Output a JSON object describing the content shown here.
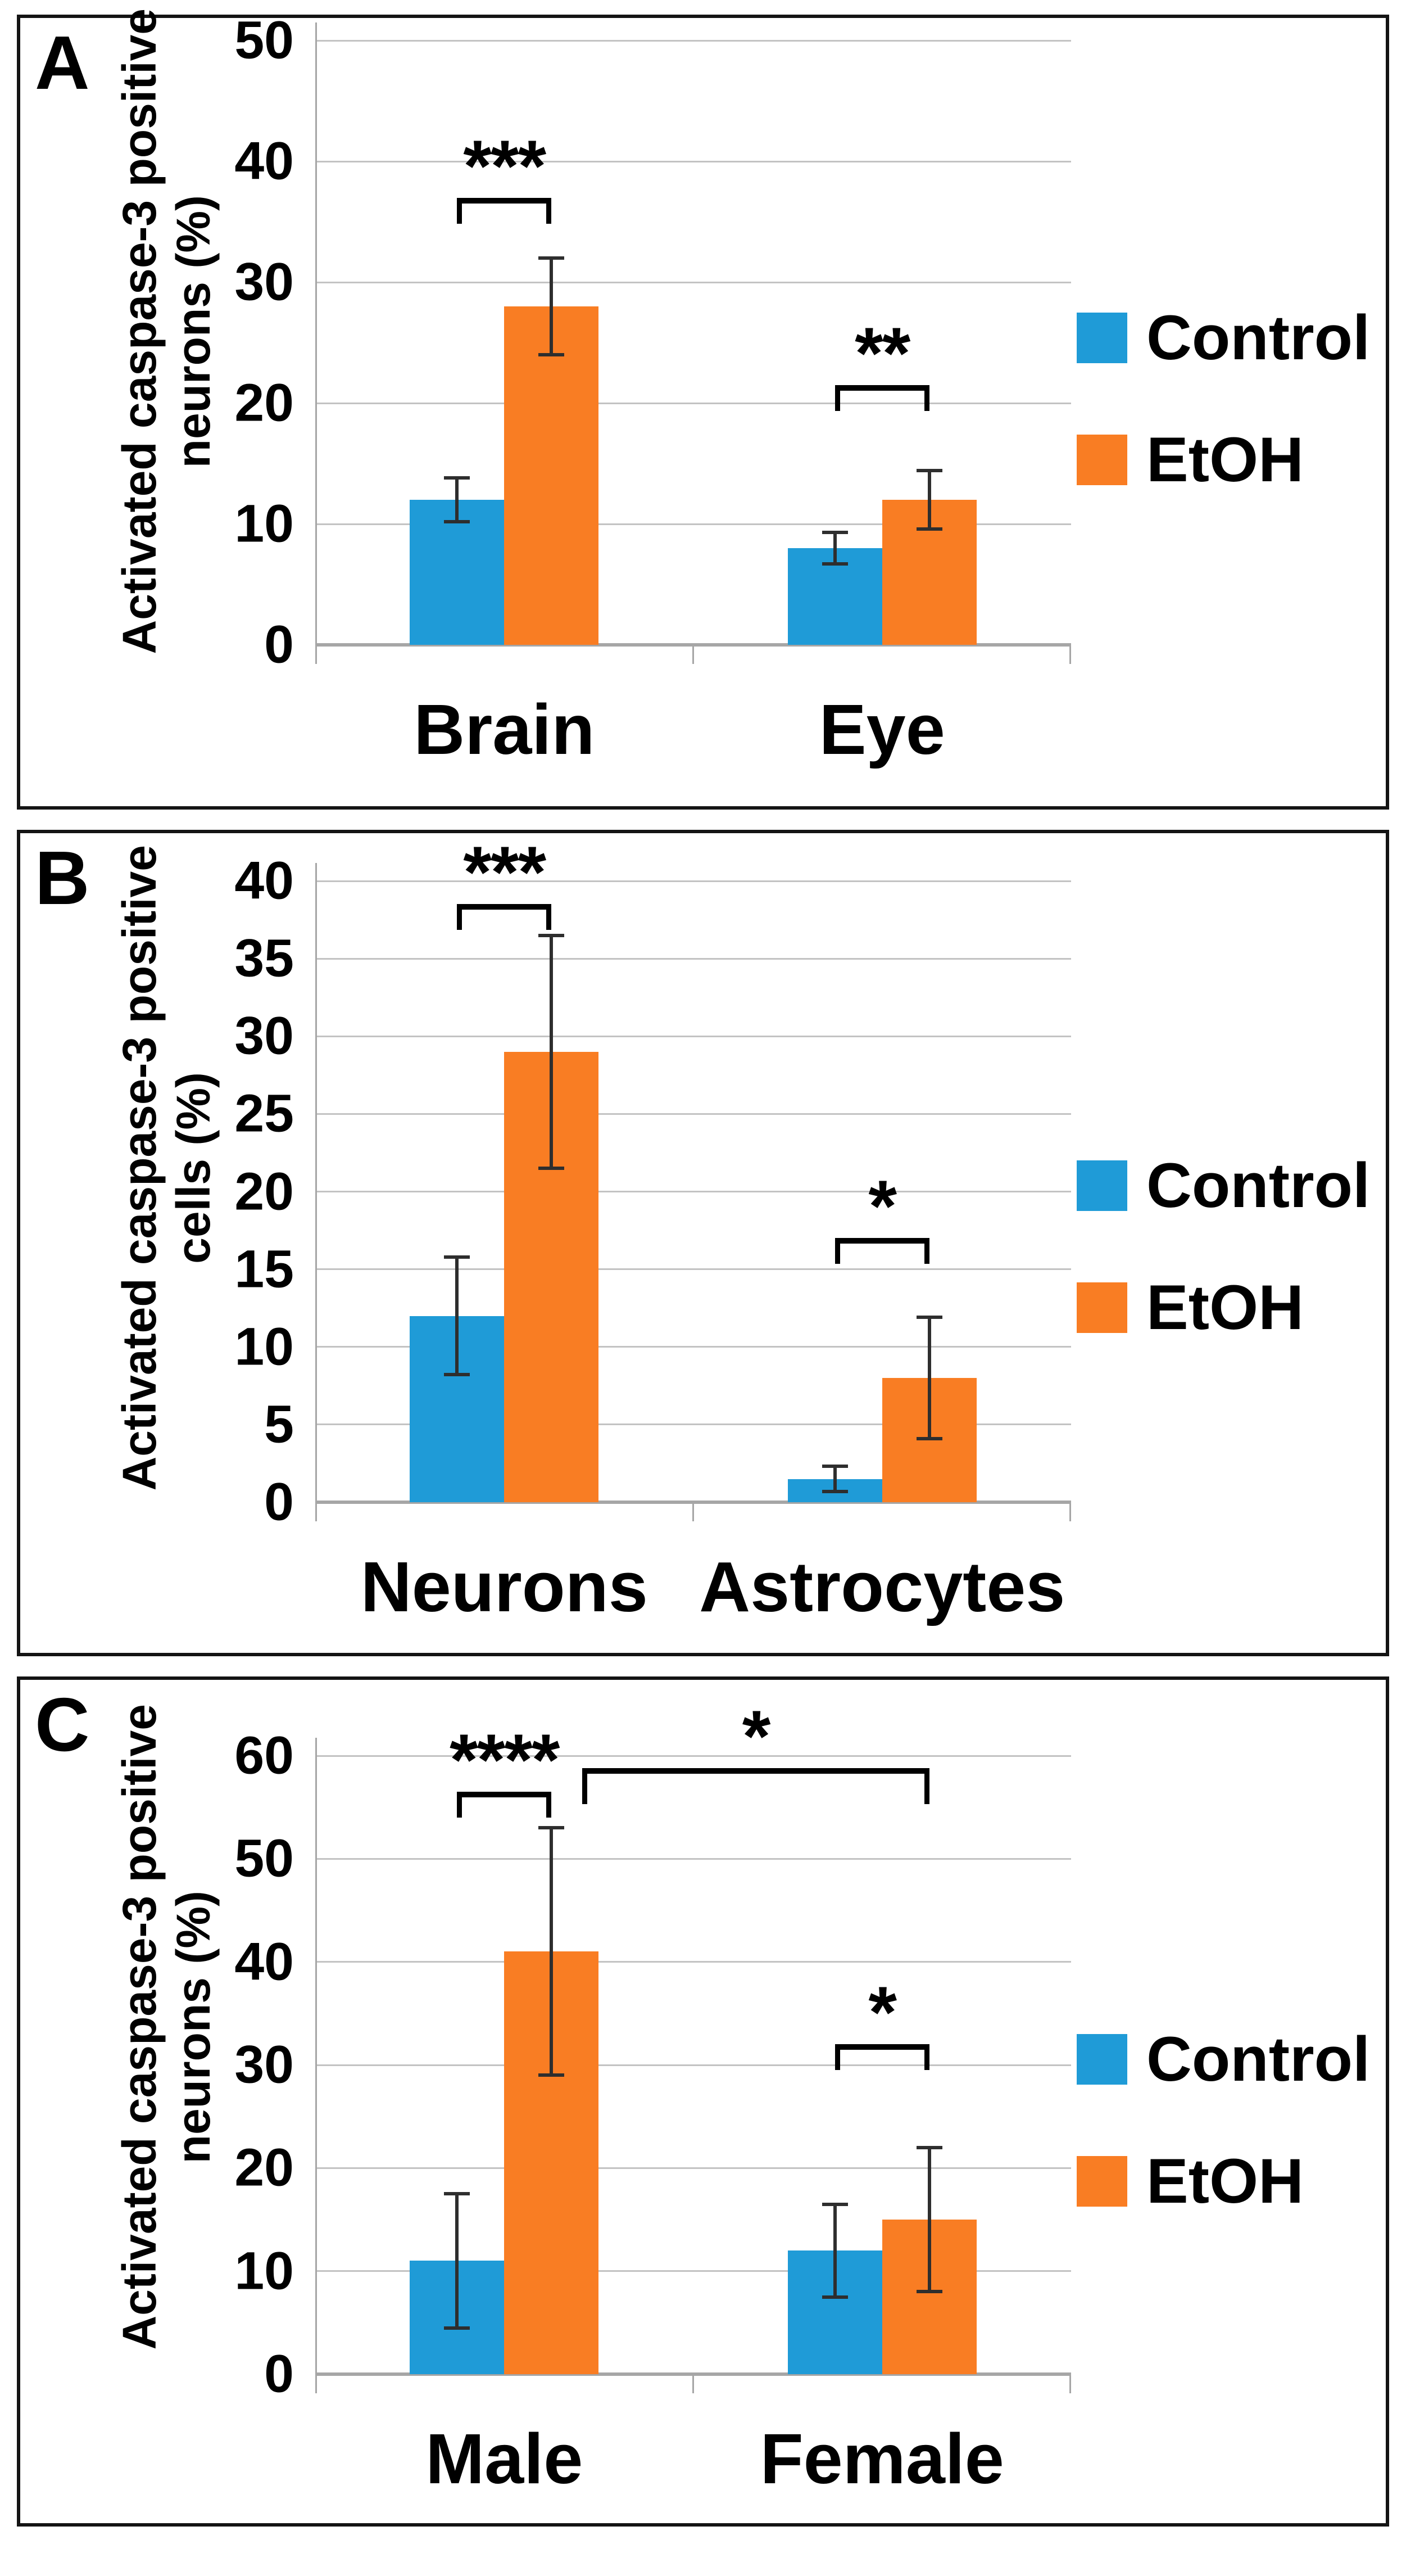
{
  "figure": {
    "panels": [
      {
        "letter": "A",
        "ylabel_line1": "Activated caspase-3 positive",
        "ylabel_line2": "neurons (%)"
      },
      {
        "letter": "B",
        "ylabel_line1": "Activated caspase-3 positive",
        "ylabel_line2": "cells (%)"
      },
      {
        "letter": "C",
        "ylabel_line1": "Activated caspase-3 positive",
        "ylabel_line2": "neurons (%)"
      }
    ],
    "legend": {
      "items": [
        "Control",
        "EtOH"
      ]
    },
    "colors": {
      "control": "#1F9BD7",
      "etoh": "#F97D23",
      "gridline": "#C3C3C3",
      "baseline": "#A6A6A6",
      "axis": "#A6A6A6",
      "error_bar": "#2E2E2E",
      "bracket": "#000000",
      "panel_border": "#141414",
      "text": "#000000"
    }
  },
  "chart_data": [
    {
      "panel": "A",
      "type": "bar",
      "title": "",
      "ylabel": "Activated caspase-3 positive neurons (%)",
      "xlabel": "",
      "categories": [
        "Brain",
        "Eye"
      ],
      "series": [
        {
          "name": "Control",
          "values": [
            12,
            8
          ],
          "errors": [
            1.8,
            1.3
          ]
        },
        {
          "name": "EtOH",
          "values": [
            28,
            12
          ],
          "errors": [
            4.0,
            2.4
          ]
        }
      ],
      "ylim": [
        0,
        50
      ],
      "ystep": 10,
      "yticks": [
        "50",
        "40",
        "30",
        "20",
        "10",
        "0"
      ],
      "grid": true,
      "legend_position": "right",
      "significance": [
        {
          "type": "pair",
          "category": 0,
          "label": "***",
          "y": 37
        },
        {
          "type": "pair",
          "category": 1,
          "label": "**",
          "y": 21.5
        }
      ]
    },
    {
      "panel": "B",
      "type": "bar",
      "title": "",
      "ylabel": "Activated caspase-3 positive cells (%)",
      "xlabel": "",
      "categories": [
        "Neurons",
        "Astrocytes"
      ],
      "series": [
        {
          "name": "Control",
          "values": [
            12,
            1.5
          ],
          "errors": [
            3.8,
            0.8
          ]
        },
        {
          "name": "EtOH",
          "values": [
            29,
            8
          ],
          "errors": [
            7.5,
            3.9
          ]
        }
      ],
      "ylim": [
        0,
        40
      ],
      "ystep": 5,
      "yticks": [
        "40",
        "35",
        "30",
        "25",
        "20",
        "15",
        "10",
        "5",
        "0"
      ],
      "grid": true,
      "legend_position": "right",
      "significance": [
        {
          "type": "pair",
          "category": 0,
          "label": "***",
          "y": 38.5
        },
        {
          "type": "pair",
          "category": 1,
          "label": "*",
          "y": 17
        }
      ]
    },
    {
      "panel": "C",
      "type": "bar",
      "title": "",
      "ylabel": "Activated caspase-3 positive neurons (%)",
      "xlabel": "",
      "categories": [
        "Male",
        "Female"
      ],
      "series": [
        {
          "name": "Control",
          "values": [
            11,
            12
          ],
          "errors": [
            6.5,
            4.5
          ]
        },
        {
          "name": "EtOH",
          "values": [
            41,
            15
          ],
          "errors": [
            12.0,
            7.0
          ]
        }
      ],
      "ylim": [
        0,
        60
      ],
      "ystep": 10,
      "yticks": [
        "60",
        "50",
        "40",
        "30",
        "20",
        "10",
        "0"
      ],
      "grid": true,
      "legend_position": "right",
      "significance": [
        {
          "type": "pair",
          "category": 0,
          "label": "****",
          "y": 56.5
        },
        {
          "type": "pair",
          "category": 1,
          "label": "*",
          "y": 32
        },
        {
          "type": "span",
          "from_category": 0,
          "to_category": 1,
          "series": 1,
          "label": "*",
          "y": 58.8
        }
      ]
    }
  ]
}
